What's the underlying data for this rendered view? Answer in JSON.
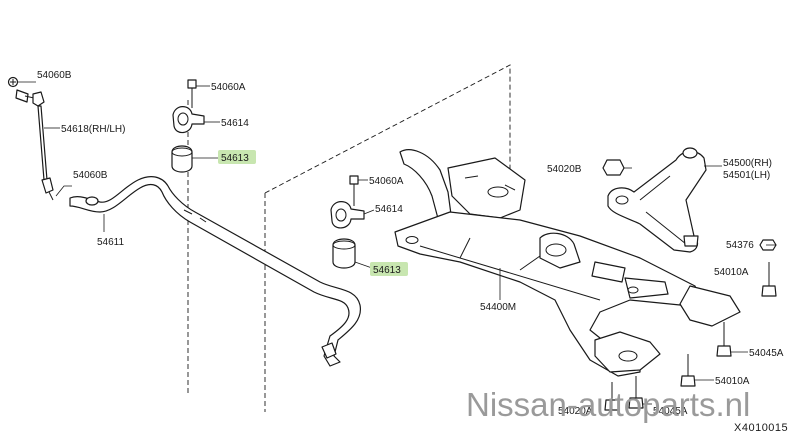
{
  "diagram": {
    "callouts": {
      "c54060B_top": "54060B",
      "c54618": "54618(RH/LH)",
      "c54060B_mid": "54060B",
      "c54611": "54611",
      "c54060A_top": "54060A",
      "c54614_top": "54614",
      "c54613_top": "54613",
      "c54060A_mid": "54060A",
      "c54614_mid": "54614",
      "c54613_mid": "54613",
      "c54400M": "54400M",
      "c54020B": "54020B",
      "c54500": "54500(RH)",
      "c54501": "54501(LH)",
      "c54376": "54376",
      "c54010A_right": "54010A",
      "c54045A_right": "54045A",
      "c54010A_bottom": "54010A",
      "c54020A": "54020A",
      "c54045A_bottom": "54045A"
    },
    "highlight_color": "#c8e6b0",
    "illustration_code": "X4010015",
    "watermark": "Nissan-autoparts.nl"
  }
}
